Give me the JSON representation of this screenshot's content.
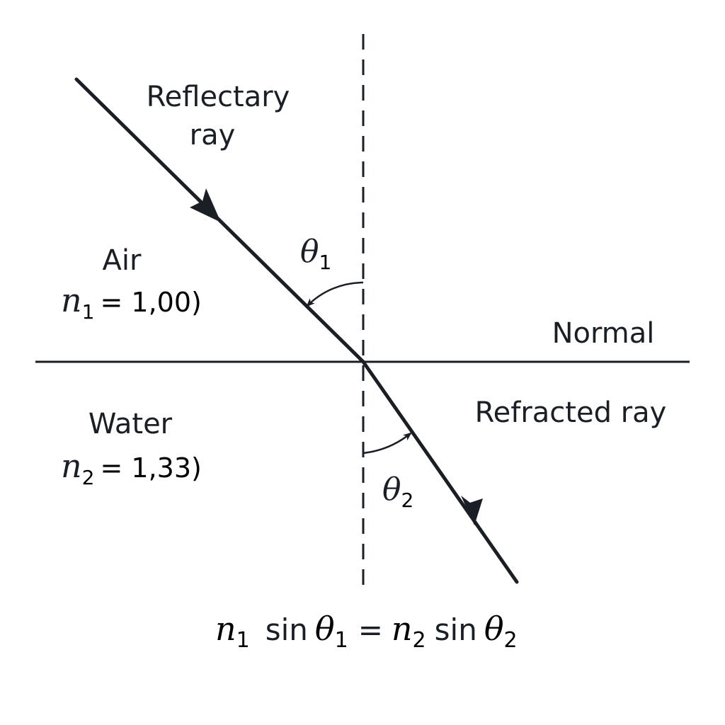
{
  "labels": {
    "incident_ray": {
      "line1": "Reflectary",
      "line2": "ray"
    },
    "normal": "Normal",
    "refracted_ray": "Refracted ray"
  },
  "media": {
    "upper": {
      "name": "Air",
      "symbol": "n",
      "subscript": "1",
      "value_text": "= 1,00)"
    },
    "lower": {
      "name": "Water",
      "symbol": "n",
      "subscript": "2",
      "value_text": "= 1,33)"
    }
  },
  "angles": {
    "theta1": {
      "symbol": "θ",
      "subscript": "1"
    },
    "theta2": {
      "symbol": "θ",
      "subscript": "2"
    }
  },
  "formula": {
    "n1_symbol": "n",
    "n1_sub": "1",
    "sin1": "sin",
    "theta1_symbol": "θ",
    "theta1_sub": "1",
    "equals": "=",
    "n2_symbol": "n",
    "n2_sub": "2",
    "sin2": "sin",
    "theta2_symbol": "θ",
    "theta2_sub": "2"
  },
  "colors": {
    "ink": "#1a1f26",
    "background": "#ffffff"
  }
}
